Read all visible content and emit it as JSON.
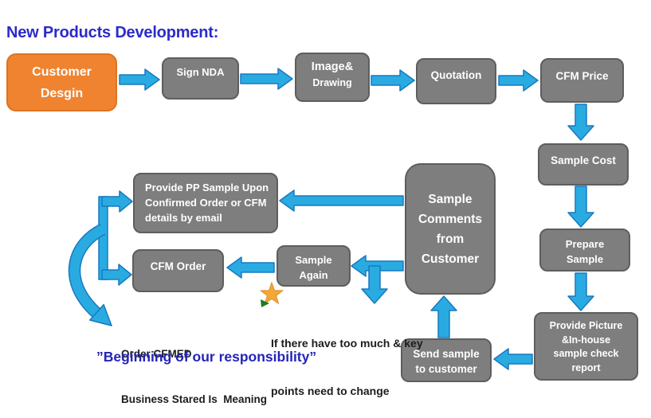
{
  "title": "New Products Development:",
  "boxes": {
    "customer": {
      "lines": [
        "Customer",
        "Desgin"
      ]
    },
    "sign_nda": {
      "lines": [
        "Sign NDA"
      ]
    },
    "image_drawing": {
      "lines": [
        "Image&",
        "Drawing"
      ]
    },
    "quotation": {
      "lines": [
        "Quotation"
      ]
    },
    "cfm_price": {
      "lines": [
        "CFM Price"
      ]
    },
    "sample_cost": {
      "lines": [
        "Sample Cost"
      ]
    },
    "prepare_sample": {
      "lines": [
        "Prepare",
        "Sample"
      ]
    },
    "provide_picture": {
      "lines": [
        "Provide Picture",
        "&In-house",
        "sample check",
        "report"
      ]
    },
    "send_sample": {
      "lines": [
        "Send sample",
        "to customer"
      ]
    },
    "sample_comments": {
      "lines": [
        "Sample",
        "Comments",
        "from",
        "Customer"
      ]
    },
    "provide_pp": {
      "lines": [
        "Provide PP Sample Upon",
        "Confirmed Order or CFM",
        "details by email"
      ]
    },
    "cfm_order": {
      "lines": [
        "CFM Order"
      ]
    },
    "sample_again": {
      "lines": [
        "Sample",
        "Again"
      ]
    }
  },
  "notes": {
    "change_note": {
      "lines": [
        "If there have too much & key",
        "points need to change"
      ]
    },
    "order_note": {
      "lines": [
        "Order CFMED",
        "Business Stared Is  Meaning"
      ]
    },
    "responsibility": "”Beginning of our responsibility”"
  },
  "colors": {
    "box_gray": "#7E7E7E",
    "box_gray_border": "#5E5E5E",
    "box_orange": "#EF8330",
    "arrow_blue": "#29ABE2",
    "arrow_border": "#1879C0",
    "title_blue": "#2B2BC8",
    "note_blue": "#2424B8",
    "star_gold": "#F2A838",
    "flag_green": "#217A21",
    "box_text": "#FFFFFF",
    "note_text": "#1C1C1C"
  }
}
